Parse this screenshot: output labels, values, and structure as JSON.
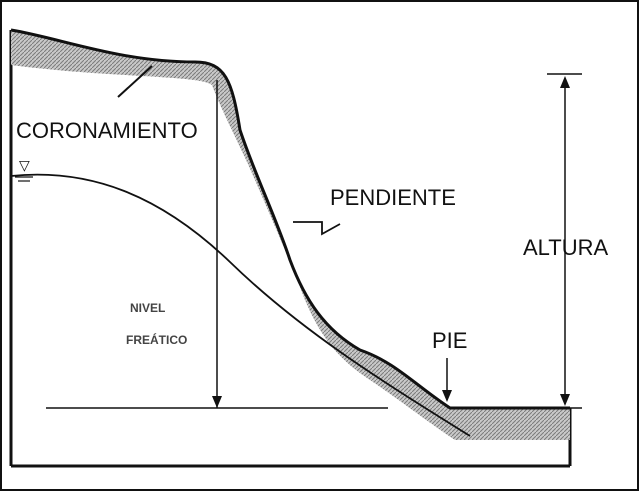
{
  "diagram": {
    "labels": {
      "crest": "CORONAMIENTO",
      "slope": "PENDIENTE",
      "height": "ALTURA",
      "toe": "PIE",
      "water_table_line1": "NIVEL",
      "water_table_line2": "FREÁTICO"
    },
    "water_table_symbol": "▽",
    "colors": {
      "line": "#111111",
      "hatch_fill": "#a9a9a9",
      "background": "#ffffff"
    }
  }
}
